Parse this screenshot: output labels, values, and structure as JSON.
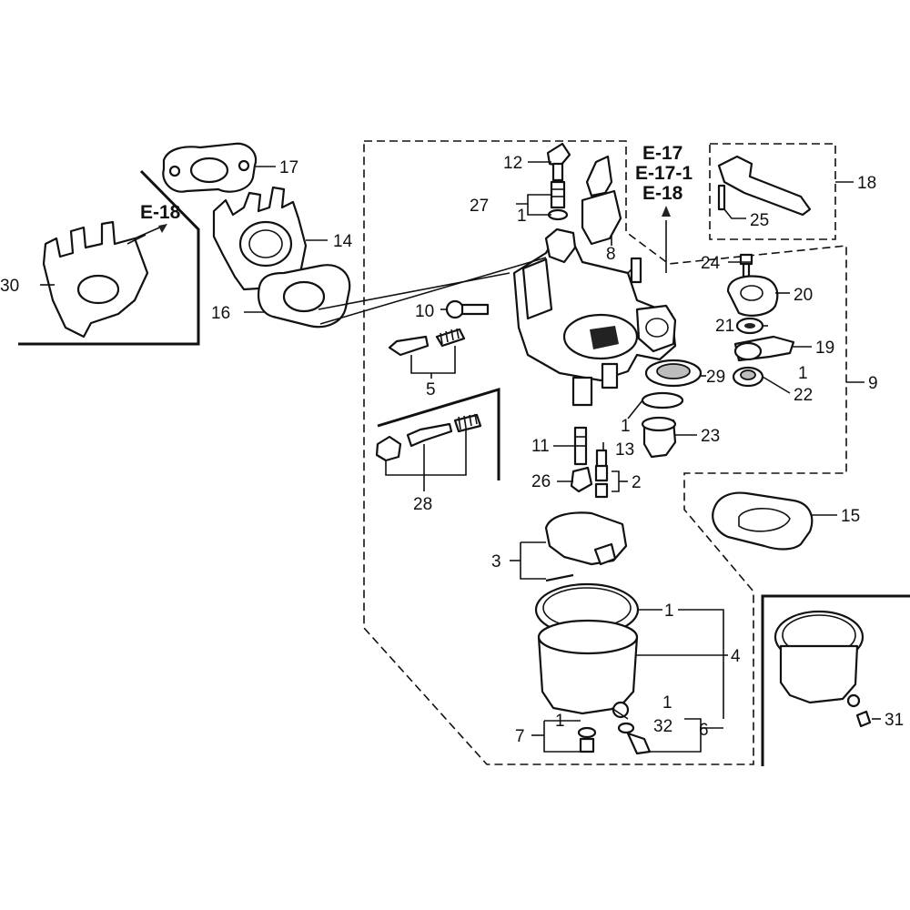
{
  "diagram": {
    "callouts": {
      "c1a": "1",
      "c1b": "1",
      "c1c": "1",
      "c1d": "1",
      "c1e": "1",
      "c1f": "1",
      "c2": "2",
      "c3": "3",
      "c4": "4",
      "c5": "5",
      "c6": "6",
      "c7": "7",
      "c8": "8",
      "c9": "9",
      "c10": "10",
      "c11": "11",
      "c12": "12",
      "c13": "13",
      "c14": "14",
      "c15": "15",
      "c16": "16",
      "c17": "17",
      "c18": "18",
      "c19": "19",
      "c20": "20",
      "c21": "21",
      "c22": "22",
      "c23": "23",
      "c24": "24",
      "c25": "25",
      "c26": "26",
      "c27": "27",
      "c28": "28",
      "c29": "29",
      "c30": "30",
      "c31": "31",
      "c32": "32"
    },
    "references": {
      "left_ref": "E-18",
      "center_ref_1": "E-17",
      "center_ref_2": "E-17-1",
      "center_ref_3": "E-18"
    }
  }
}
